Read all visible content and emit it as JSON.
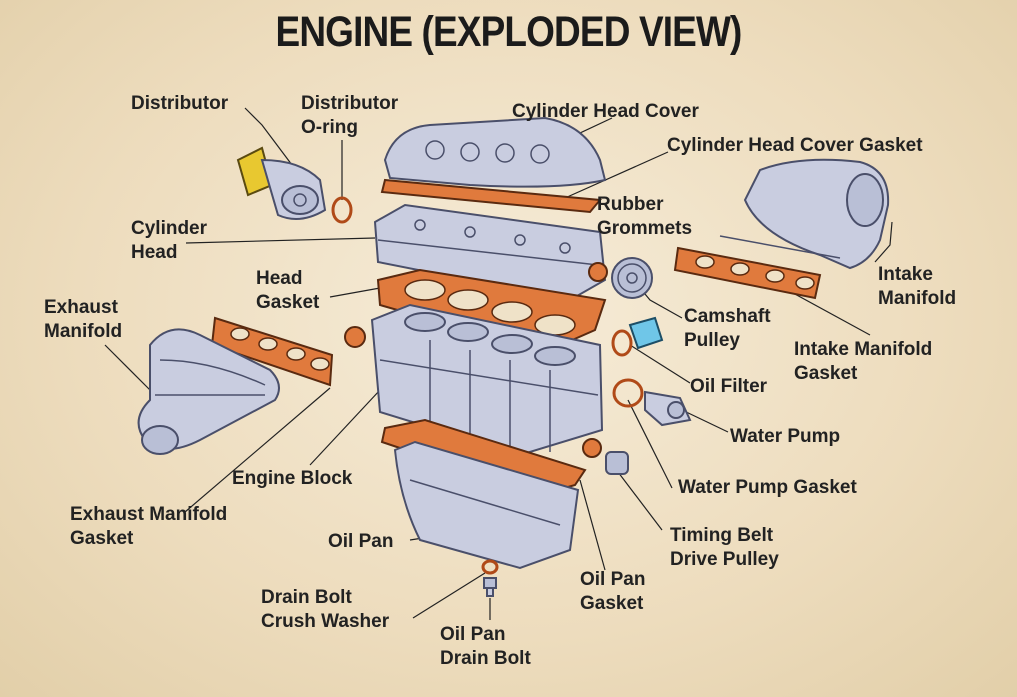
{
  "title": "ENGINE (EXPLODED VIEW)",
  "labels": {
    "distributor": [
      "Distributor"
    ],
    "distributor_oring": [
      "Distributor",
      "O-ring"
    ],
    "cylinder_head_cover": [
      "Cylinder Head Cover"
    ],
    "cylinder_head_cover_gasket": [
      "Cylinder Head Cover Gasket"
    ],
    "rubber_grommets": [
      "Rubber",
      "Grommets"
    ],
    "cylinder_head": [
      "Cylinder",
      "Head"
    ],
    "head_gasket": [
      "Head",
      "Gasket"
    ],
    "intake_manifold": [
      "Intake",
      "Manifold"
    ],
    "exhaust_manifold": [
      "Exhaust",
      "Manifold"
    ],
    "camshaft_pulley": [
      "Camshaft",
      "Pulley"
    ],
    "intake_manifold_gasket": [
      "Intake Manifold",
      "Gasket"
    ],
    "oil_filter": [
      "Oil Filter"
    ],
    "water_pump": [
      "Water Pump"
    ],
    "engine_block": [
      "Engine Block"
    ],
    "water_pump_gasket": [
      "Water Pump Gasket"
    ],
    "exhaust_manifold_gasket": [
      "Exhaust Manifold",
      "Gasket"
    ],
    "timing_belt_drive_pulley": [
      "Timing Belt",
      "Drive Pulley"
    ],
    "oil_pan": [
      "Oil Pan"
    ],
    "oil_pan_gasket": [
      "Oil Pan",
      "Gasket"
    ],
    "drain_bolt_crush_washer": [
      "Drain Bolt",
      "Crush Washer"
    ],
    "oil_pan_drain_bolt": [
      "Oil Pan",
      "Drain Bolt"
    ]
  },
  "colors": {
    "metal": "#c9cde0",
    "gasket": "#e07a3d",
    "distributor_cap": "#e8c830",
    "oil_filter": "#6fc6e8"
  }
}
